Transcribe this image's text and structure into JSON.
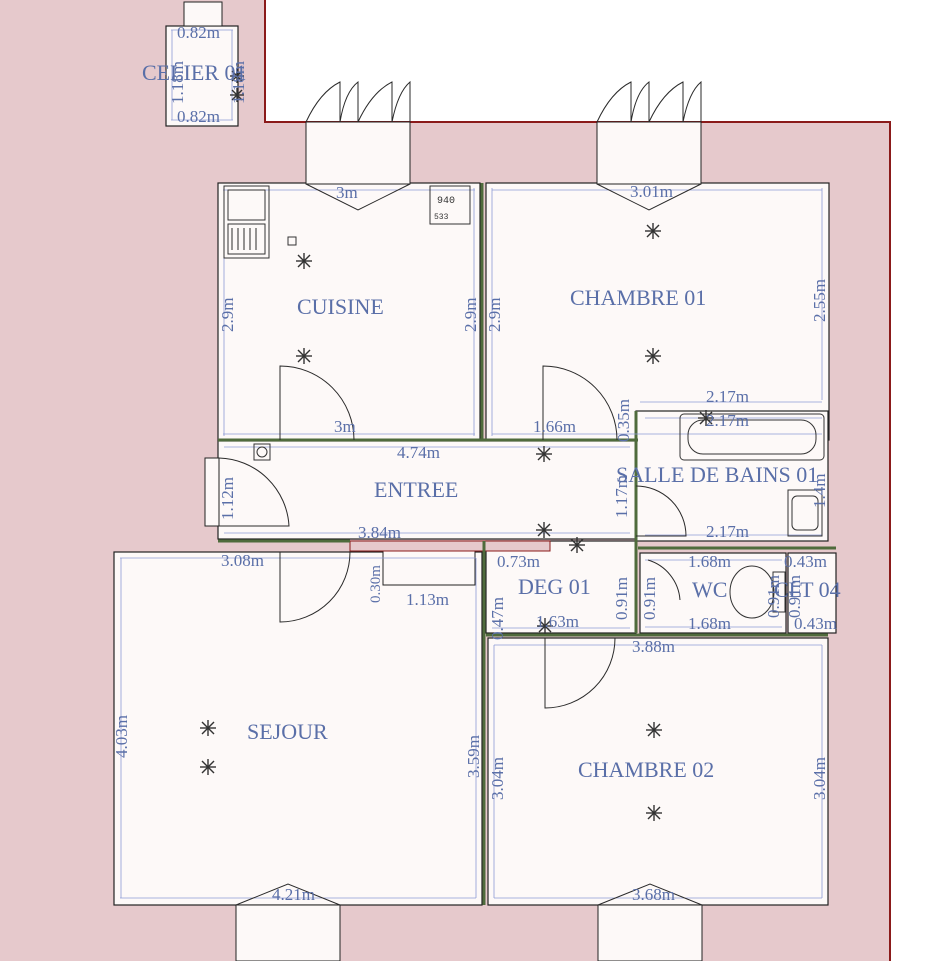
{
  "colors": {
    "exterior": "#e6c9cc",
    "room_fill": "#fdf9f8",
    "label": "#5a6fa8",
    "outline": "#8b1a1a",
    "wall_green": "#4f6b3c"
  },
  "rooms": {
    "celier": "CELIER 01",
    "cuisine": "CUISINE",
    "chambre1": "CHAMBRE 01",
    "salle_bains": "SALLE DE BAINS 01",
    "entree": "ENTREE",
    "deg": "DEG 01",
    "wc": "WC",
    "clt": "CLT 04",
    "sejour": "SEJOUR",
    "chambre2": "CHAMBRE 02"
  },
  "dims": {
    "celier_top": "0.82m",
    "celier_bottom": "0.82m",
    "celier_left": "1.18m",
    "celier_right": "1.18m",
    "cuisine_top": "3m",
    "cuisine_bottom": "3m",
    "cuisine_left": "2.9m",
    "cuisine_right": "2.9m",
    "chambre1_top": "3.01m",
    "chambre1_left": "2.9m",
    "chambre1_right": "2.55m",
    "chambre1_bottom": "1.66m",
    "sdb_top": "2.17m",
    "sdb_top2": "2.17m",
    "sdb_bottom": "2.17m",
    "sdb_left": "0.35m",
    "sdb_right": "1.4m",
    "entree_top": "4.74m",
    "entree_mid": "3.84m",
    "entree_left": "1.12m",
    "entree_right": "1.17m",
    "sejour_top": "3.08m",
    "sejour_left": "4.03m",
    "sejour_right": "3.59m",
    "sejour_bottom": "4.21m",
    "cl_1": "0.30m",
    "cl_2": "1.13m",
    "deg_top": "0.73m",
    "deg_bottom": "1.63m",
    "deg_left": "0.47m",
    "deg_right": "0.91m",
    "wc_top": "1.68m",
    "wc_bottom": "1.68m",
    "wc_left": "0.91m",
    "wc_right": "0.91m",
    "clt_top": "0.43m",
    "clt_bottom": "0.43m",
    "clt_side": "0.91m",
    "corridor": "3.88m",
    "chambre2_left": "3.04m",
    "chambre2_right": "3.04m",
    "chambre2_bottom": "3.68m"
  },
  "appliance_text": {
    "hob": "940",
    "hob2": "533"
  }
}
